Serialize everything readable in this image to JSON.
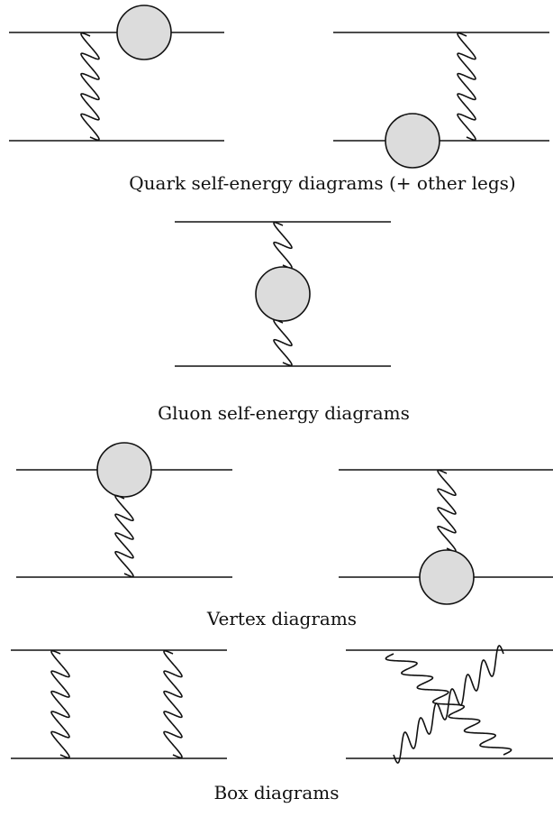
{
  "captions": {
    "quark": "Quark self-energy diagrams (+ other legs)",
    "gluon": "Gluon self-energy diagrams",
    "vertex": "Vertex diagrams",
    "box": "Box diagrams"
  },
  "colors": {
    "line": "#111111",
    "blob_fill": "#dcdcdc",
    "background": "#ffffff"
  }
}
